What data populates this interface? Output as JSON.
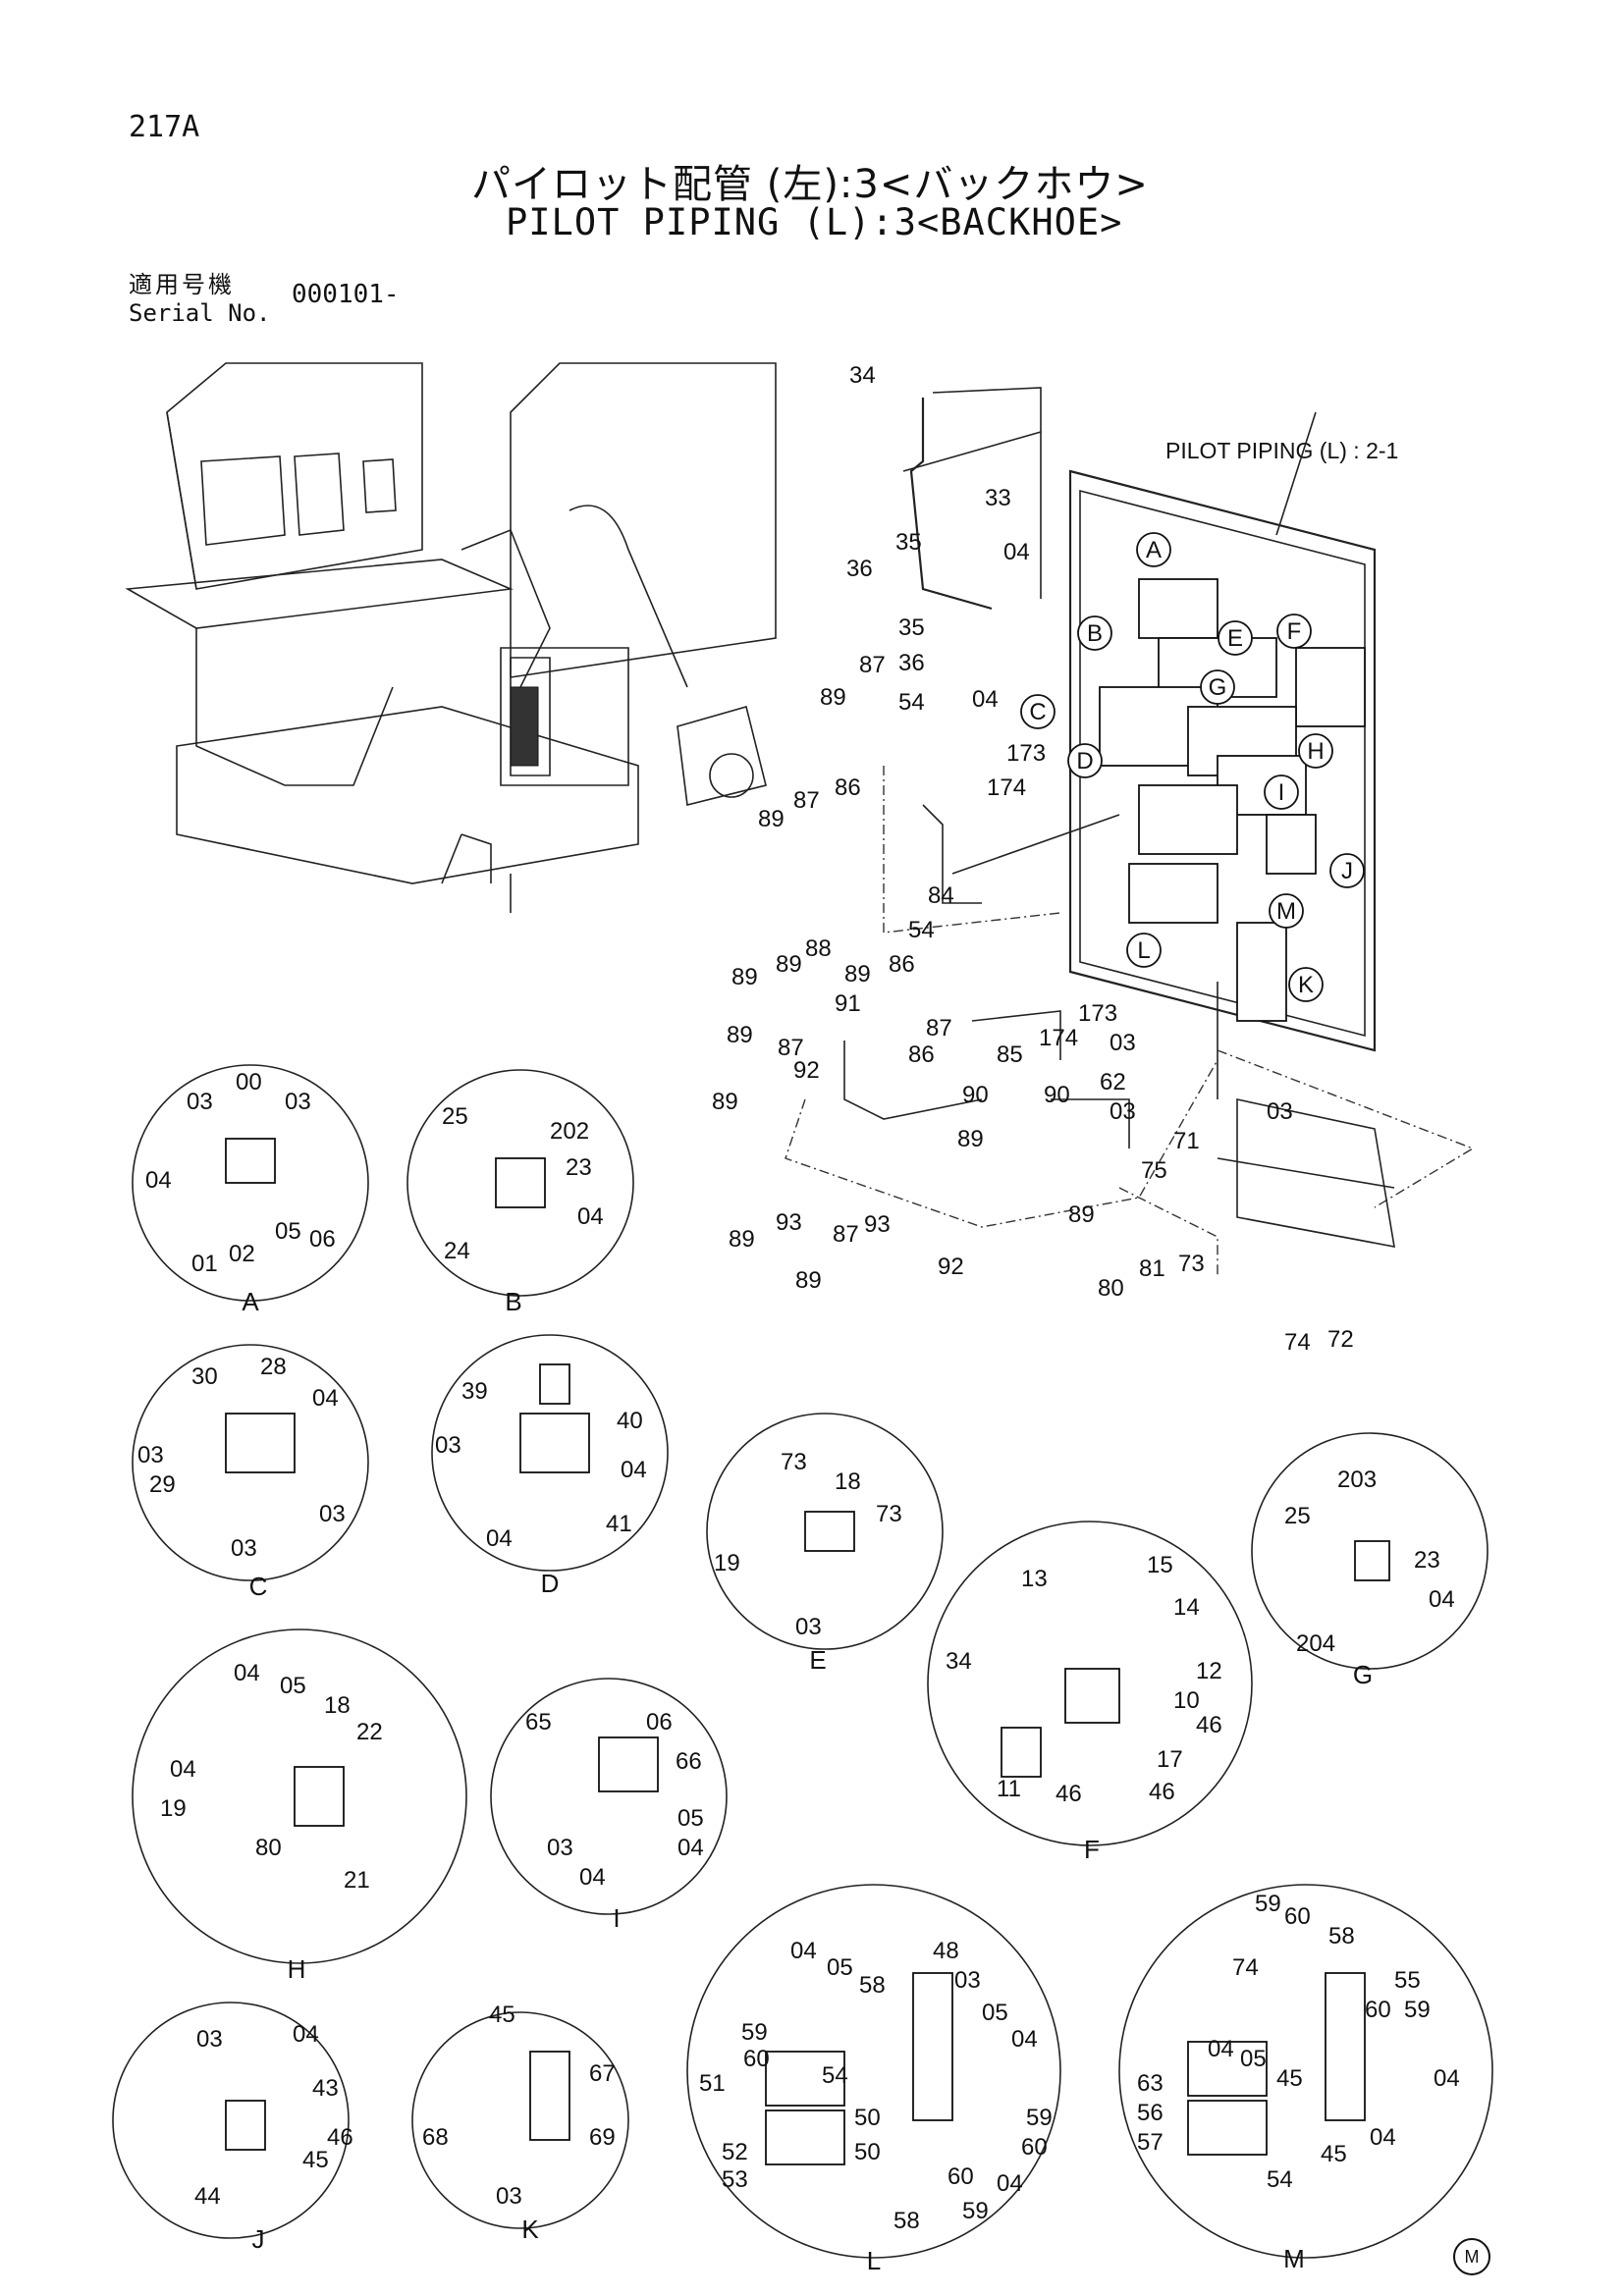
{
  "header": {
    "page_code": "217A",
    "title_jp": "パイロット配管 (左):3<バックホウ>",
    "title_en": "PILOT PIPING (L):3<BACKHOE>",
    "serial_label_jp": "適用号機",
    "serial_label_en": "Serial No.",
    "serial_value": "000101-"
  },
  "reference_label": "PILOT PIPING (L) : 2-1",
  "footer_mark": "M",
  "callouts": [
    "A",
    "B",
    "C",
    "D",
    "E",
    "F",
    "G",
    "H",
    "I",
    "J",
    "K",
    "L",
    "M"
  ],
  "detail_views": [
    {
      "id": "A",
      "labels": [
        "03",
        "00",
        "03",
        "04",
        "05",
        "06",
        "01",
        "02"
      ]
    },
    {
      "id": "B",
      "labels": [
        "25",
        "202",
        "23",
        "04",
        "24"
      ]
    },
    {
      "id": "C",
      "labels": [
        "30",
        "28",
        "04",
        "03",
        "29",
        "03",
        "03"
      ]
    },
    {
      "id": "D",
      "labels": [
        "39",
        "40",
        "03",
        "04",
        "04",
        "41"
      ]
    },
    {
      "id": "E",
      "labels": [
        "73",
        "18",
        "73",
        "19",
        "03"
      ]
    },
    {
      "id": "F",
      "labels": [
        "13",
        "15",
        "14",
        "12",
        "34",
        "10",
        "46",
        "17",
        "11",
        "46",
        "46"
      ]
    },
    {
      "id": "G",
      "labels": [
        "203",
        "25",
        "23",
        "04",
        "204"
      ]
    },
    {
      "id": "H",
      "labels": [
        "04",
        "05",
        "18",
        "22",
        "04",
        "19",
        "80",
        "21"
      ]
    },
    {
      "id": "I",
      "labels": [
        "65",
        "06",
        "66",
        "03",
        "05",
        "04",
        "04"
      ]
    },
    {
      "id": "J",
      "labels": [
        "03",
        "04",
        "43",
        "46",
        "44",
        "45"
      ]
    },
    {
      "id": "K",
      "labels": [
        "45",
        "67",
        "68",
        "69",
        "03"
      ]
    },
    {
      "id": "L",
      "labels": [
        "04",
        "05",
        "58",
        "48",
        "03",
        "05",
        "04",
        "59",
        "60",
        "54",
        "51",
        "50",
        "50",
        "59",
        "60",
        "52",
        "53",
        "60",
        "04",
        "58",
        "59"
      ]
    },
    {
      "id": "M",
      "labels": [
        "59",
        "60",
        "58",
        "55",
        "74",
        "60",
        "59",
        "04",
        "05",
        "04",
        "63",
        "45",
        "56",
        "57",
        "45",
        "04",
        "54"
      ]
    }
  ],
  "main_labels": [
    "34",
    "33",
    "35",
    "36",
    "04",
    "35",
    "36",
    "04",
    "87",
    "89",
    "54",
    "173",
    "174",
    "89",
    "87",
    "86",
    "89",
    "89",
    "88",
    "89",
    "86",
    "84",
    "54",
    "89",
    "87",
    "91",
    "86",
    "87",
    "85",
    "174",
    "173",
    "89",
    "92",
    "90",
    "89",
    "90",
    "89",
    "93",
    "87",
    "93",
    "92",
    "89",
    "89",
    "03",
    "62",
    "03",
    "03",
    "71",
    "75",
    "80",
    "81",
    "73",
    "74",
    "72"
  ]
}
